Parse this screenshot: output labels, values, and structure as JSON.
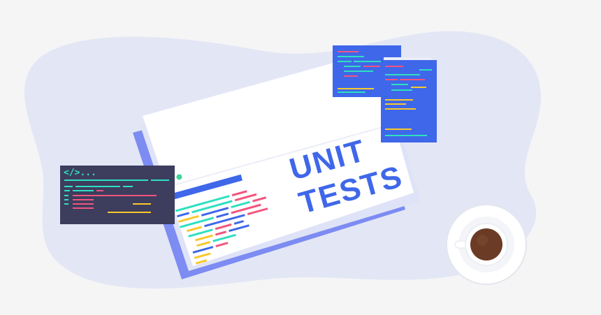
{
  "headline": {
    "line1": "UNIT",
    "line2": "TESTS"
  },
  "terminal": {
    "icon": "code-tag-icon",
    "prompt": "</>..."
  },
  "colors": {
    "background": "#f5f5f6",
    "blob": "#e3e7f5",
    "window_front": "#ffffff",
    "window_shadow": "#7c8cf2",
    "accent_blue": "#3f67e9",
    "dark_panel": "#3d3d5e",
    "code_teal": "#2ee0c0",
    "code_pink": "#f2557e",
    "code_yellow": "#f8c92b",
    "dot_red": "#ff5b5b",
    "dot_yellow": "#ffcc3d",
    "dot_green": "#40d39a",
    "coffee": "#6b3b25"
  },
  "illustration": {
    "elements": [
      "browser-window",
      "terminal-panel",
      "code-card-back",
      "code-card-front",
      "coffee-cup"
    ]
  }
}
